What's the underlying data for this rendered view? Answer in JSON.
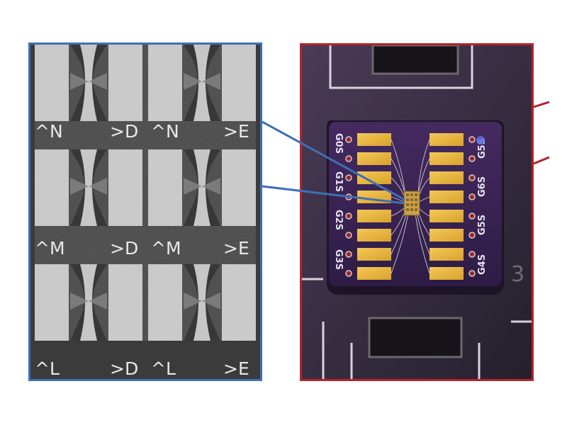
{
  "sem_panel": {
    "rows": [
      {
        "labels": [
          "^N",
          ">D",
          "^N",
          ">E"
        ]
      },
      {
        "labels": [
          "^M",
          ">D",
          "^M",
          ">E"
        ]
      },
      {
        "labels": [
          "^L",
          ">D",
          "^L",
          ">E"
        ]
      }
    ]
  },
  "photo_panel": {
    "pad_labels_left": [
      "G0S",
      "G1S",
      "G2S",
      "G3S"
    ],
    "pad_labels_right": [
      "G5S",
      "G6S",
      "G5S",
      "G4S"
    ],
    "board_number": "3"
  },
  "colors": {
    "sem_border": "#3f6fb5",
    "photo_border": "#b3242a",
    "connector_line": "#3f6fb5",
    "pcb_purple": "#3a2452",
    "gold_pad": "#e7b43a"
  }
}
